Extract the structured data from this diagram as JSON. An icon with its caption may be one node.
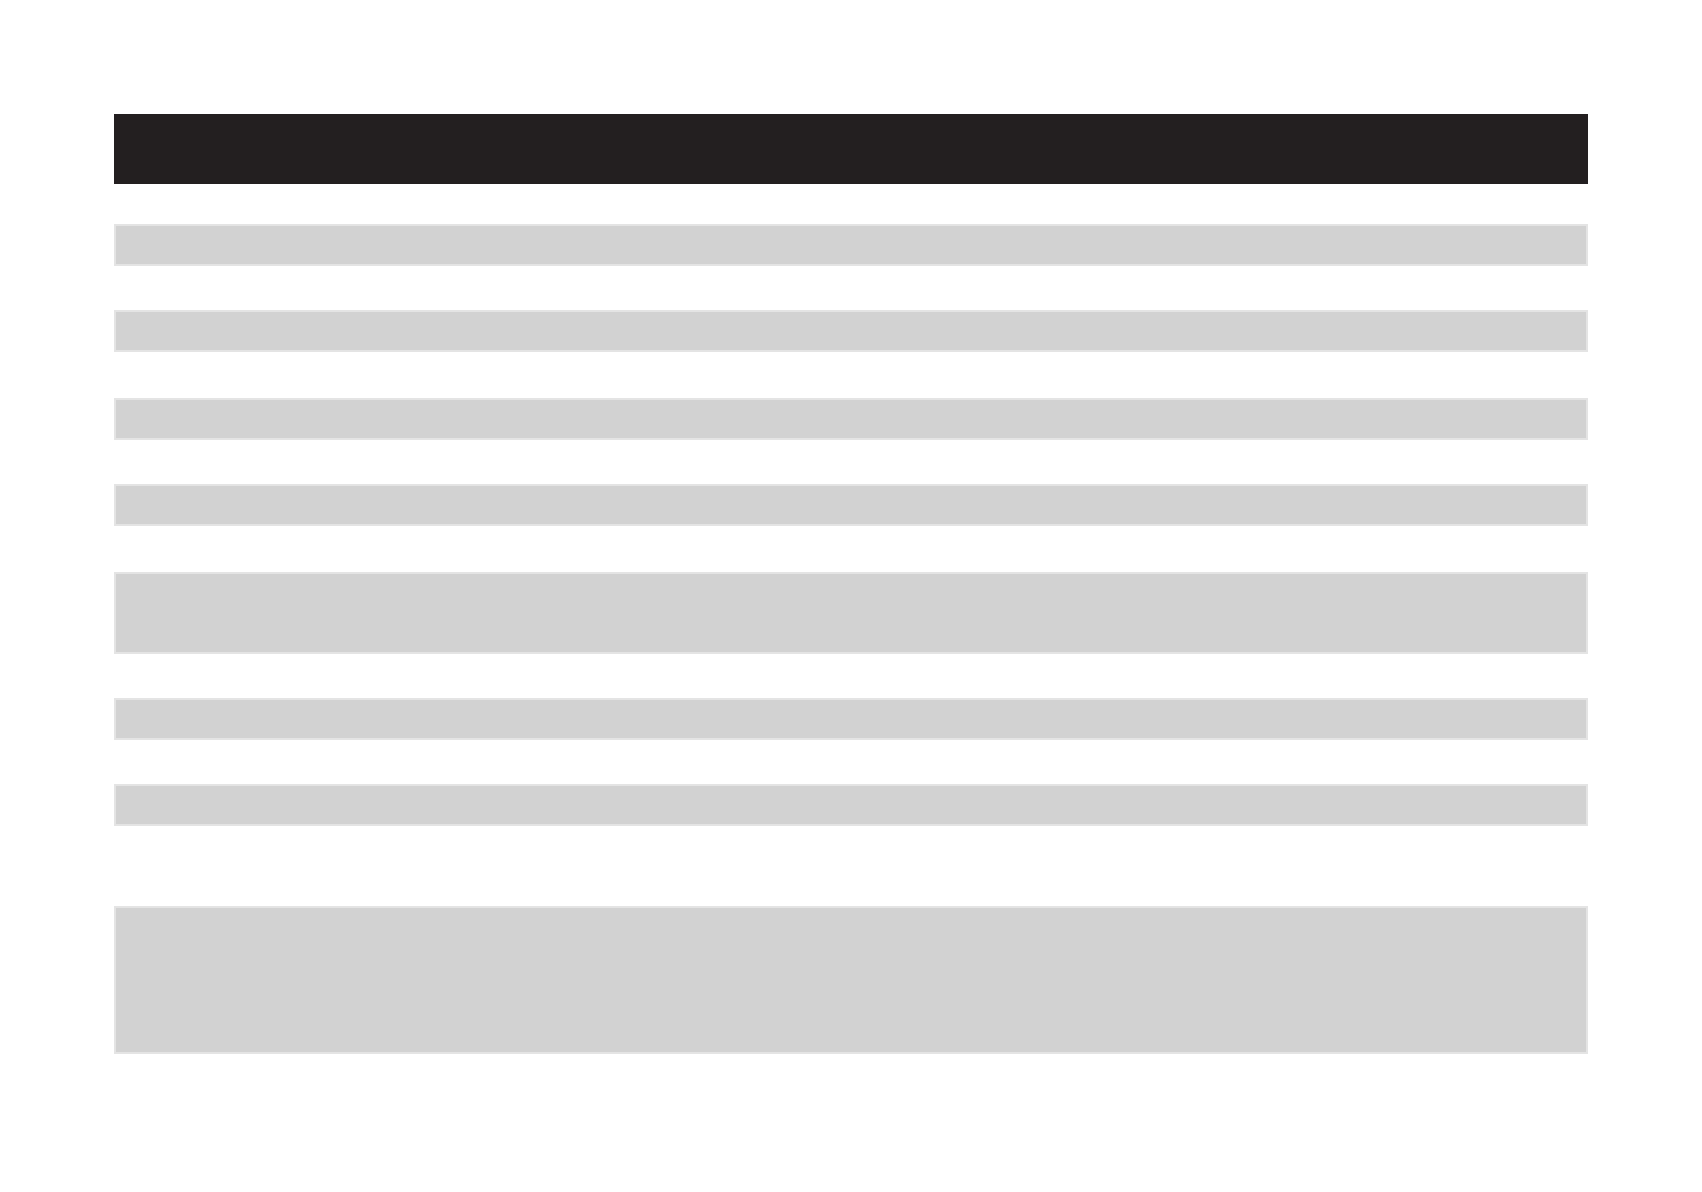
{
  "diagram": {
    "nodes": [
      {
        "text": [],
        "shape": "bar"
      },
      {
        "text": [],
        "shape": "bar"
      },
      {
        "text": [],
        "shape": "bar"
      },
      {
        "text": [],
        "shape": "bar"
      },
      {
        "text": [],
        "shape": "bar"
      },
      {
        "text": [],
        "shape": "bar"
      },
      {
        "text": [],
        "shape": "bar"
      },
      {
        "text": [],
        "shape": "bar"
      },
      {
        "text": [],
        "shape": "bar"
      }
    ]
  }
}
